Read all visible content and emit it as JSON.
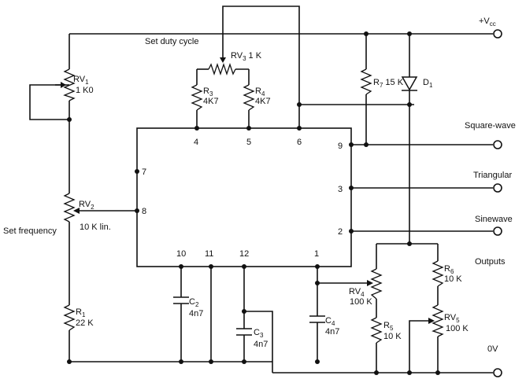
{
  "supply": {
    "vcc_main": "+V",
    "vcc_sub": "cc",
    "ground": "0V"
  },
  "control_labels": {
    "duty_cycle": "Set duty cycle",
    "frequency": "Set frequency"
  },
  "outputs": {
    "square": "Square-wave",
    "triangular": "Triangular",
    "sine": "Sinewave",
    "heading": "Outputs"
  },
  "pins": {
    "p4": "4",
    "p5": "5",
    "p6": "6",
    "p7": "7",
    "p8": "8",
    "p9": "9",
    "p3": "3",
    "p2": "2",
    "p10": "10",
    "p11": "11",
    "p12": "12",
    "p1": "1"
  },
  "components": {
    "rv1": {
      "ref": "RV",
      "sub": "1",
      "value": "1 K0"
    },
    "rv2": {
      "ref": "RV",
      "sub": "2",
      "value": "10 K lin."
    },
    "r1": {
      "ref": "R",
      "sub": "1",
      "value": "22 K"
    },
    "rv3": {
      "ref": "RV",
      "sub": "3",
      "value": "1 K"
    },
    "r3": {
      "ref": "R",
      "sub": "3",
      "value": "4K7"
    },
    "r4": {
      "ref": "R",
      "sub": "4",
      "value": "4K7"
    },
    "r7": {
      "ref": "R",
      "sub": "7",
      "value": "15 K"
    },
    "d1": {
      "ref": "D",
      "sub": "1"
    },
    "c2": {
      "ref": "C",
      "sub": "2",
      "value": "4n7"
    },
    "c3": {
      "ref": "C",
      "sub": "3",
      "value": "4n7"
    },
    "c4": {
      "ref": "C",
      "sub": "4",
      "value": "4n7"
    },
    "rv4": {
      "ref": "RV",
      "sub": "4",
      "value": "100 K"
    },
    "r5": {
      "ref": "R",
      "sub": "5",
      "value": "10 K"
    },
    "r6": {
      "ref": "R",
      "sub": "6",
      "value": "10 K"
    },
    "rv5": {
      "ref": "RV",
      "sub": "5",
      "value": "100 K"
    }
  }
}
